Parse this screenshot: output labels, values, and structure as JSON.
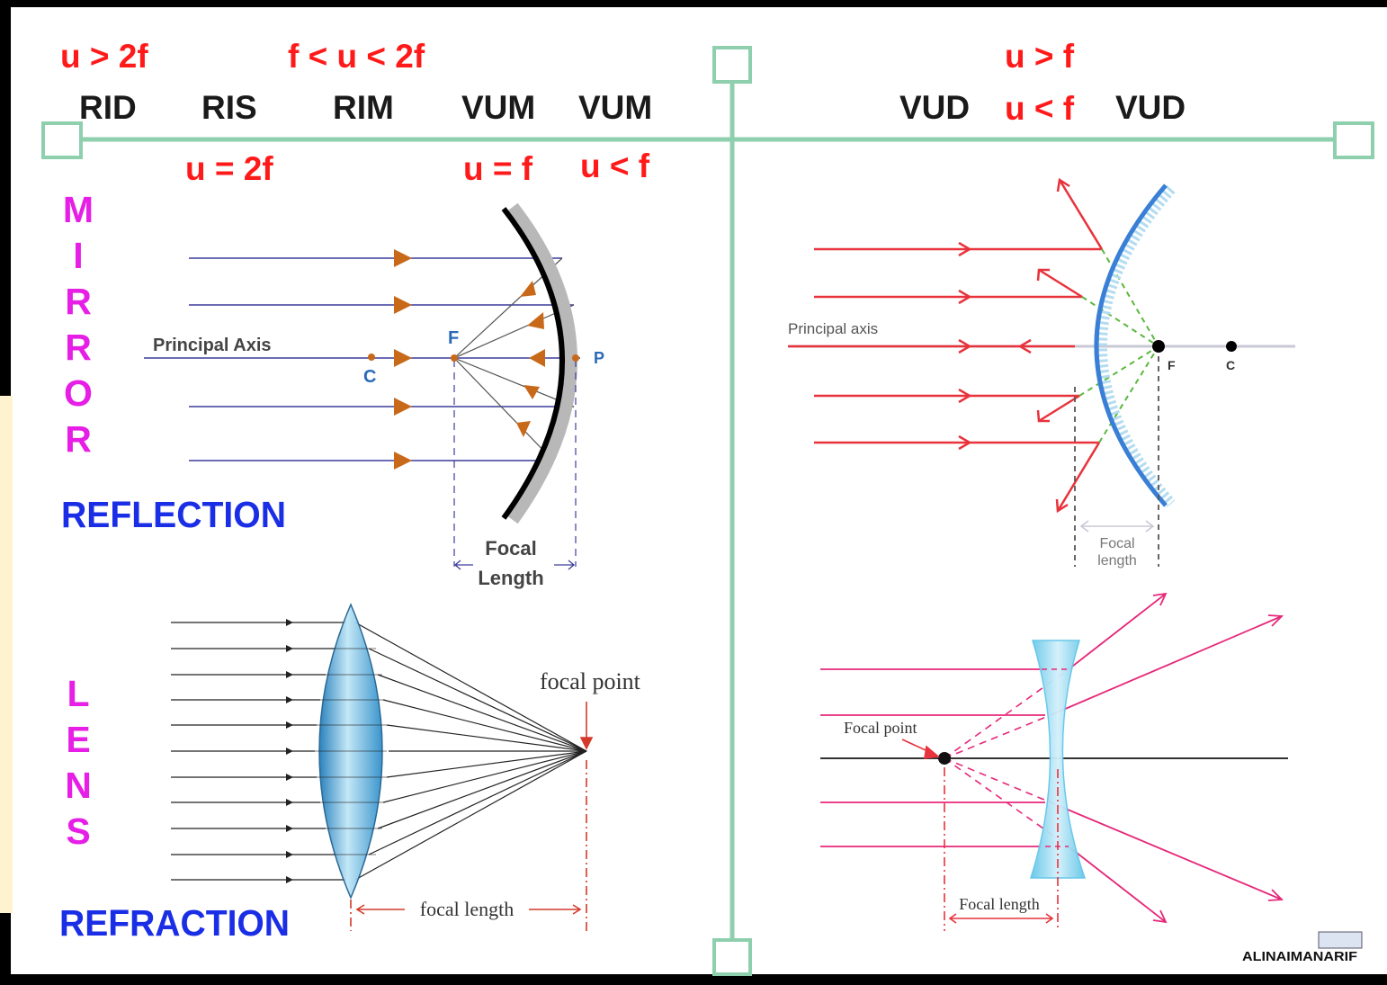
{
  "top_labels": {
    "conditions_top": [
      "u > 2f",
      "f < u < 2f",
      "u > f"
    ],
    "image_types": [
      "RID",
      "RIS",
      "RIM",
      "VUM",
      "VUM",
      "VUD",
      "VUD"
    ],
    "conditions_mid": [
      "u < f"
    ],
    "conditions_bottom": [
      "u = 2f",
      "u = f",
      "u < f"
    ]
  },
  "section_titles": {
    "mirror_letters": [
      "M",
      "I",
      "R",
      "R",
      "O",
      "R"
    ],
    "reflection": "REFLECTION",
    "lens_letters": [
      "L",
      "E",
      "N",
      "S"
    ],
    "refraction": "REFRACTION"
  },
  "concave_mirror": {
    "axis_label": "Principal Axis",
    "point_c": "C",
    "point_f": "F",
    "point_p": "P",
    "focal_label_1": "Focal",
    "focal_label_2": "Length"
  },
  "convex_mirror": {
    "axis_label": "Principal axis",
    "point_f": "F",
    "point_c": "C",
    "focal_label_1": "Focal",
    "focal_label_2": "length"
  },
  "convex_lens": {
    "focal_point": "focal point",
    "focal_length": "focal length"
  },
  "concave_lens": {
    "focal_point": "Focal point",
    "focal_length": "Focal length"
  },
  "watermark": "ALINAIMANARIF",
  "colors": {
    "frame": "#000000",
    "divider": "#8ecfae",
    "condition_red": "#ff1a1a",
    "section_magenta": "#e61ee6",
    "section_blue": "#1a2ee6",
    "ray_blue": "#3c3c9c",
    "arrow_orange": "#c8691a",
    "ray_red": "#e8323c",
    "ray_pink": "#e6287a",
    "convex_mirror_blue": "#3a7fd6",
    "lens_blue": "#4aa8dc",
    "side_panel": "#fff3cf"
  }
}
